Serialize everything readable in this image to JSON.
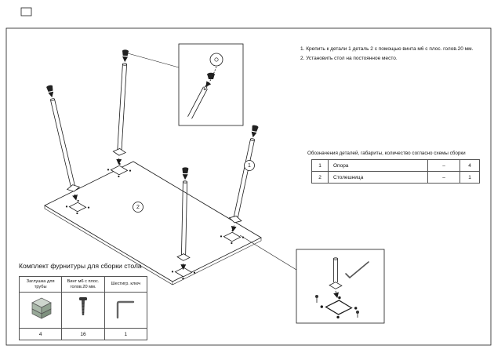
{
  "colors": {
    "ink": "#1a1a1a",
    "paper": "#ffffff"
  },
  "instructions": [
    "1. Крепить к детали 1 деталь 2 с помощью винта м6 с плос. голов.20 мм.",
    "2. Установить стол на постоянное место."
  ],
  "parts_table": {
    "caption": "Обозначения деталей, габариты, количество согласно схемы сборки",
    "rows": [
      {
        "no": "1",
        "name": "Опора",
        "dim": "–",
        "qty": "4"
      },
      {
        "no": "2",
        "name": "Столешница",
        "dim": "–",
        "qty": "1"
      }
    ]
  },
  "balloons": {
    "support": "1",
    "tabletop": "2"
  },
  "hardware": {
    "title": "Комплект фурнитуры для сборки стола",
    "items": [
      {
        "name": "Заглушка для трубы",
        "qty": "4"
      },
      {
        "name": "Винт м6 с плос. голов.20 мм.",
        "qty": "16"
      },
      {
        "name": "Шестигр. ключ",
        "qty": "1"
      }
    ]
  }
}
